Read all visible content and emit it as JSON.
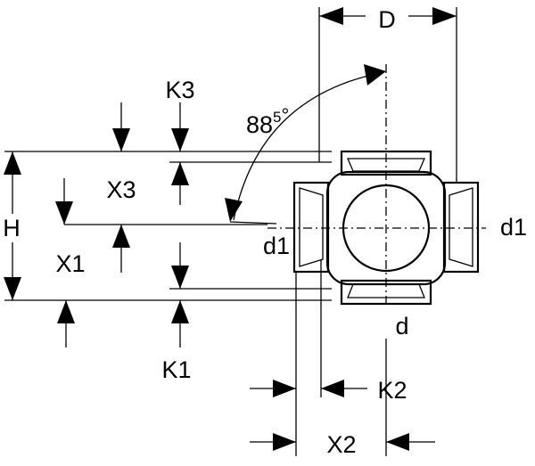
{
  "labels": {
    "D": "D",
    "K3": "K3",
    "angle": "88",
    "angle_fraction": "5",
    "angle_unit": "°",
    "X3": "X3",
    "H": "H",
    "d1_left": "d1",
    "d1_right": "d1",
    "X1": "X1",
    "d": "d",
    "K1": "K1",
    "K2": "K2",
    "X2": "X2"
  }
}
